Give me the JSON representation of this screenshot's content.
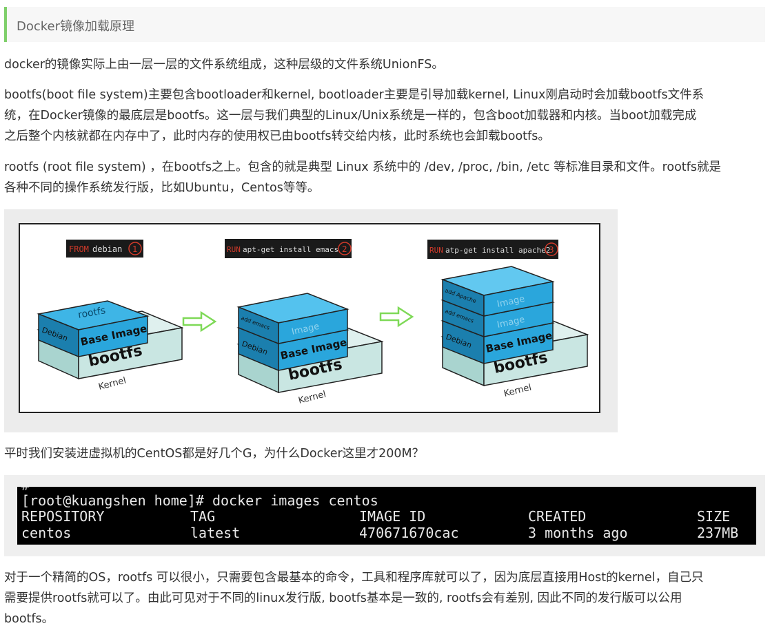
{
  "heading": "Docker镜像加载原理",
  "para1": [
    "docker的镜像实际上由一层一层的文件系统组成，这种层级的文件系统UnionFS。"
  ],
  "para2": [
    "bootfs(boot file system)主要包含bootloader和kernel, bootloader主要是引导加载kernel, Linux刚启动时会加载bootfs文件系",
    "统，在Docker镜像的最底层是bootfs。这一层与我们典型的Linux/Unix系统是一样的，包含boot加载器和内核。当boot加载完成",
    "之后整个内核就都在内存中了，此时内存的使用权已由bootfs转交给内核，此时系统也会卸载bootfs。"
  ],
  "para3": [
    "rootfs (root file system) ，在bootfs之上。包含的就是典型 Linux 系统中的 /dev, /proc, /bin, /etc 等标准目录和文件。rootfs就是",
    "各种不同的操作系统发行版，比如Ubuntu，Centos等等。"
  ],
  "diagram": {
    "steps": [
      {
        "keyword": "FROM",
        "arg": "debian",
        "num": "1"
      },
      {
        "keyword": "RUN",
        "arg": "apt-get install emacs",
        "num": "2"
      },
      {
        "keyword": "RUN",
        "arg": "atp-get install apache2",
        "num": "3"
      }
    ],
    "labels": {
      "bootfs": "bootfs",
      "kernel": "Kernel",
      "base_image": "Base Image",
      "rootfs": "rootfs",
      "debian": "Debian",
      "image": "Image",
      "add_emacs": "add emacs",
      "add_apache": "add Apache"
    },
    "colors": {
      "layer_blue": "#2aa6dc",
      "layer_dark": "#1b7fae",
      "base_teal": "#c9e6e2",
      "arrow_green": "#7ed957"
    }
  },
  "para4": [
    "平时我们安装进虚拟机的CentOS都是好几个G，为什么Docker这里才200M？"
  ],
  "terminal": {
    "prompt_line": "[root@kuangshen home]# docker images centos",
    "headers": [
      "REPOSITORY",
      "TAG",
      "IMAGE ID",
      "CREATED",
      "SIZE"
    ],
    "row": [
      "centos",
      "latest",
      "470671670cac",
      "3 months ago",
      "237MB"
    ],
    "cursor_color": "#2bd42b"
  },
  "para5": [
    "对于一个精简的OS，rootfs 可以很小，只需要包含最基本的命令，工具和程序库就可以了，因为底层直接用Host的kernel，自己只",
    "需要提供rootfs就可以了。由此可见对于不同的linux发行版, bootfs基本是一致的, rootfs会有差别, 因此不同的发行版可以公用",
    "bootfs。"
  ]
}
